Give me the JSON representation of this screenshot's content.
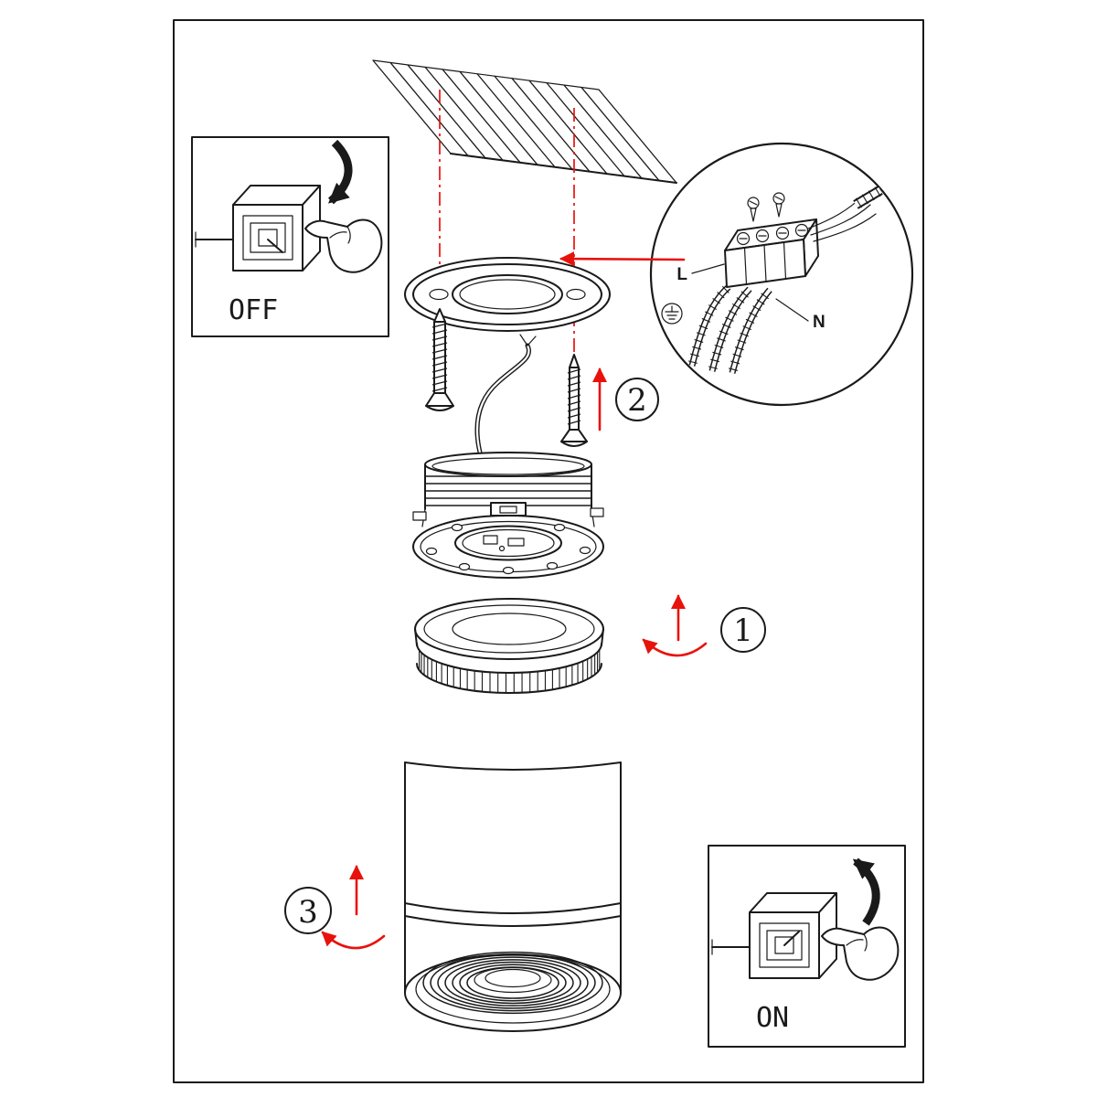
{
  "diagram": {
    "steps": [
      {
        "number": "1"
      },
      {
        "number": "2"
      },
      {
        "number": "3"
      }
    ],
    "switch_insets": {
      "off_label": "OFF",
      "on_label": "ON"
    },
    "wiring_detail": {
      "line_label": "L",
      "neutral_label": "N"
    },
    "icons": {
      "hand": "hand-pointing-icon",
      "rotation": "rotation-arrow-icon",
      "ground": "earth-ground-icon",
      "switch": "wall-switch-icon"
    },
    "colors": {
      "ink": "#1a1a1a",
      "accent_red": "#e8120c",
      "paper": "#ffffff"
    }
  }
}
